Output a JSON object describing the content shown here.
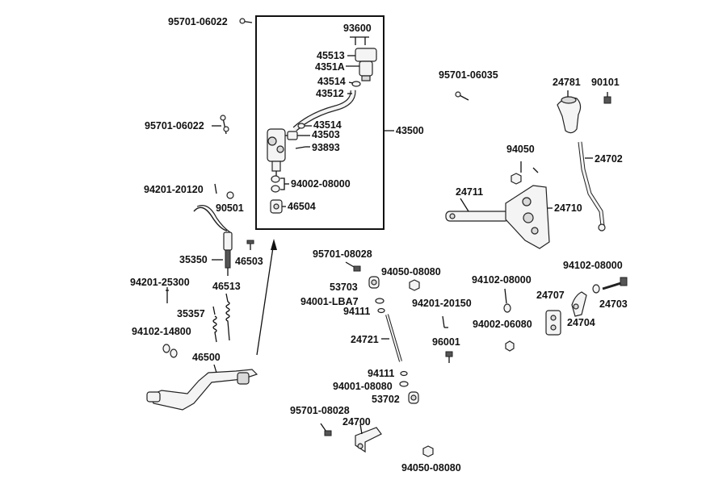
{
  "parts": {
    "p93600": "93600",
    "p45513": "45513",
    "p4351A": "4351A",
    "p43514a": "43514",
    "p43512": "43512",
    "p43514b": "43514",
    "p43503": "43503",
    "p93893": "93893",
    "p94002_08000": "94002-08000",
    "p46504": "46504",
    "p43500": "43500",
    "p95701_06022a": "95701-06022",
    "p95701_06022b": "95701-06022",
    "p94201_20120": "94201-20120",
    "p90501": "90501",
    "p35350": "35350",
    "p46503": "46503",
    "p94201_25300": "94201-25300",
    "p46513": "46513",
    "p35357": "35357",
    "p94102_14800": "94102-14800",
    "p46500": "46500",
    "p95701_06035": "95701-06035",
    "p24781": "24781",
    "p90101": "90101",
    "p94050": "94050",
    "p24702": "24702",
    "p24711": "24711",
    "p24710": "24710",
    "p95701_08028a": "95701-08028",
    "p94050_08080a": "94050-08080",
    "p53703": "53703",
    "p94001_LBA7": "94001-LBA7",
    "p94111a": "94111",
    "p94201_20150": "94201-20150",
    "p24721": "24721",
    "p96001": "96001",
    "p94111b": "94111",
    "p94001_08080": "94001-08080",
    "p53702": "53702",
    "p95701_08028b": "95701-08028",
    "p24700": "24700",
    "p94050_08080b": "94050-08080",
    "p94102_08000a": "94102-08000",
    "p94102_08000b": "94102-08000",
    "p94002_06080": "94002-06080",
    "p24707": "24707",
    "p24704": "24704",
    "p24703": "24703"
  }
}
